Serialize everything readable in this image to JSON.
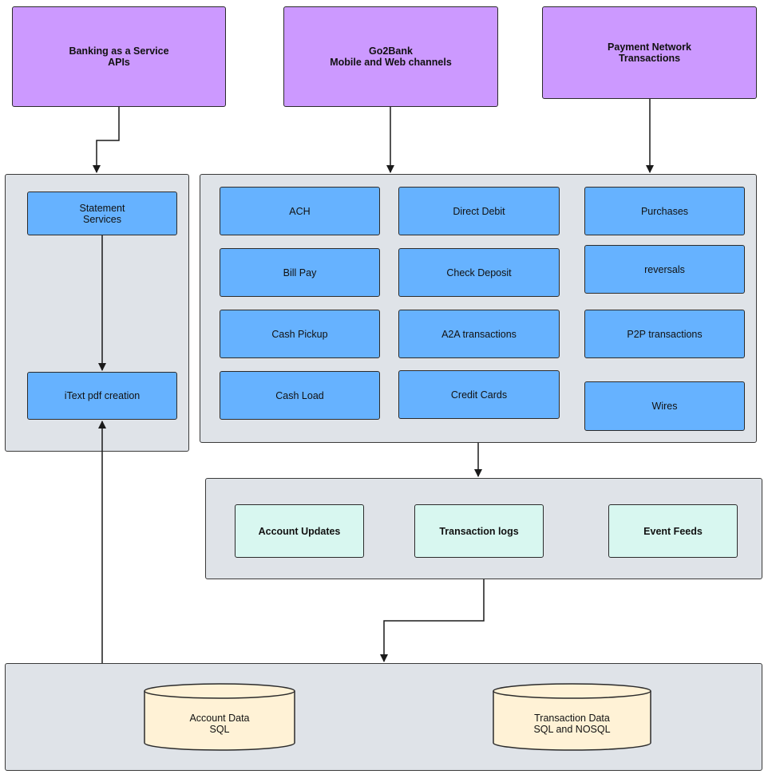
{
  "colors": {
    "source": "#cc99ff",
    "container": "#dfe3e8",
    "service": "#66b2ff",
    "output": "#d8f7f0",
    "database": "#fff2d6",
    "line": "#1a1a1a"
  },
  "sources": {
    "baas": "Banking as a Service\nAPIs",
    "go2bank": "Go2Bank\nMobile and Web channels",
    "payment_network": "Payment Network\nTransactions"
  },
  "statement": {
    "services": "Statement\nServices",
    "itext": "iText pdf creation"
  },
  "transactions": {
    "ach": "ACH",
    "direct_debit": "Direct Debit",
    "purchases": "Purchases",
    "bill_pay": "Bill Pay",
    "check_deposit": "Check Deposit",
    "reversals": "reversals",
    "cash_pickup": "Cash Pickup",
    "a2a": "A2A transactions",
    "p2p": "P2P transactions",
    "cash_load": "Cash Load",
    "credit_cards": "Credit Cards",
    "wires": "Wires"
  },
  "outputs": {
    "account_updates": "Account Updates",
    "transaction_logs": "Transaction logs",
    "event_feeds": "Event Feeds"
  },
  "databases": {
    "account": "Account Data\nSQL",
    "transaction": "Transaction Data\nSQL and NOSQL"
  }
}
